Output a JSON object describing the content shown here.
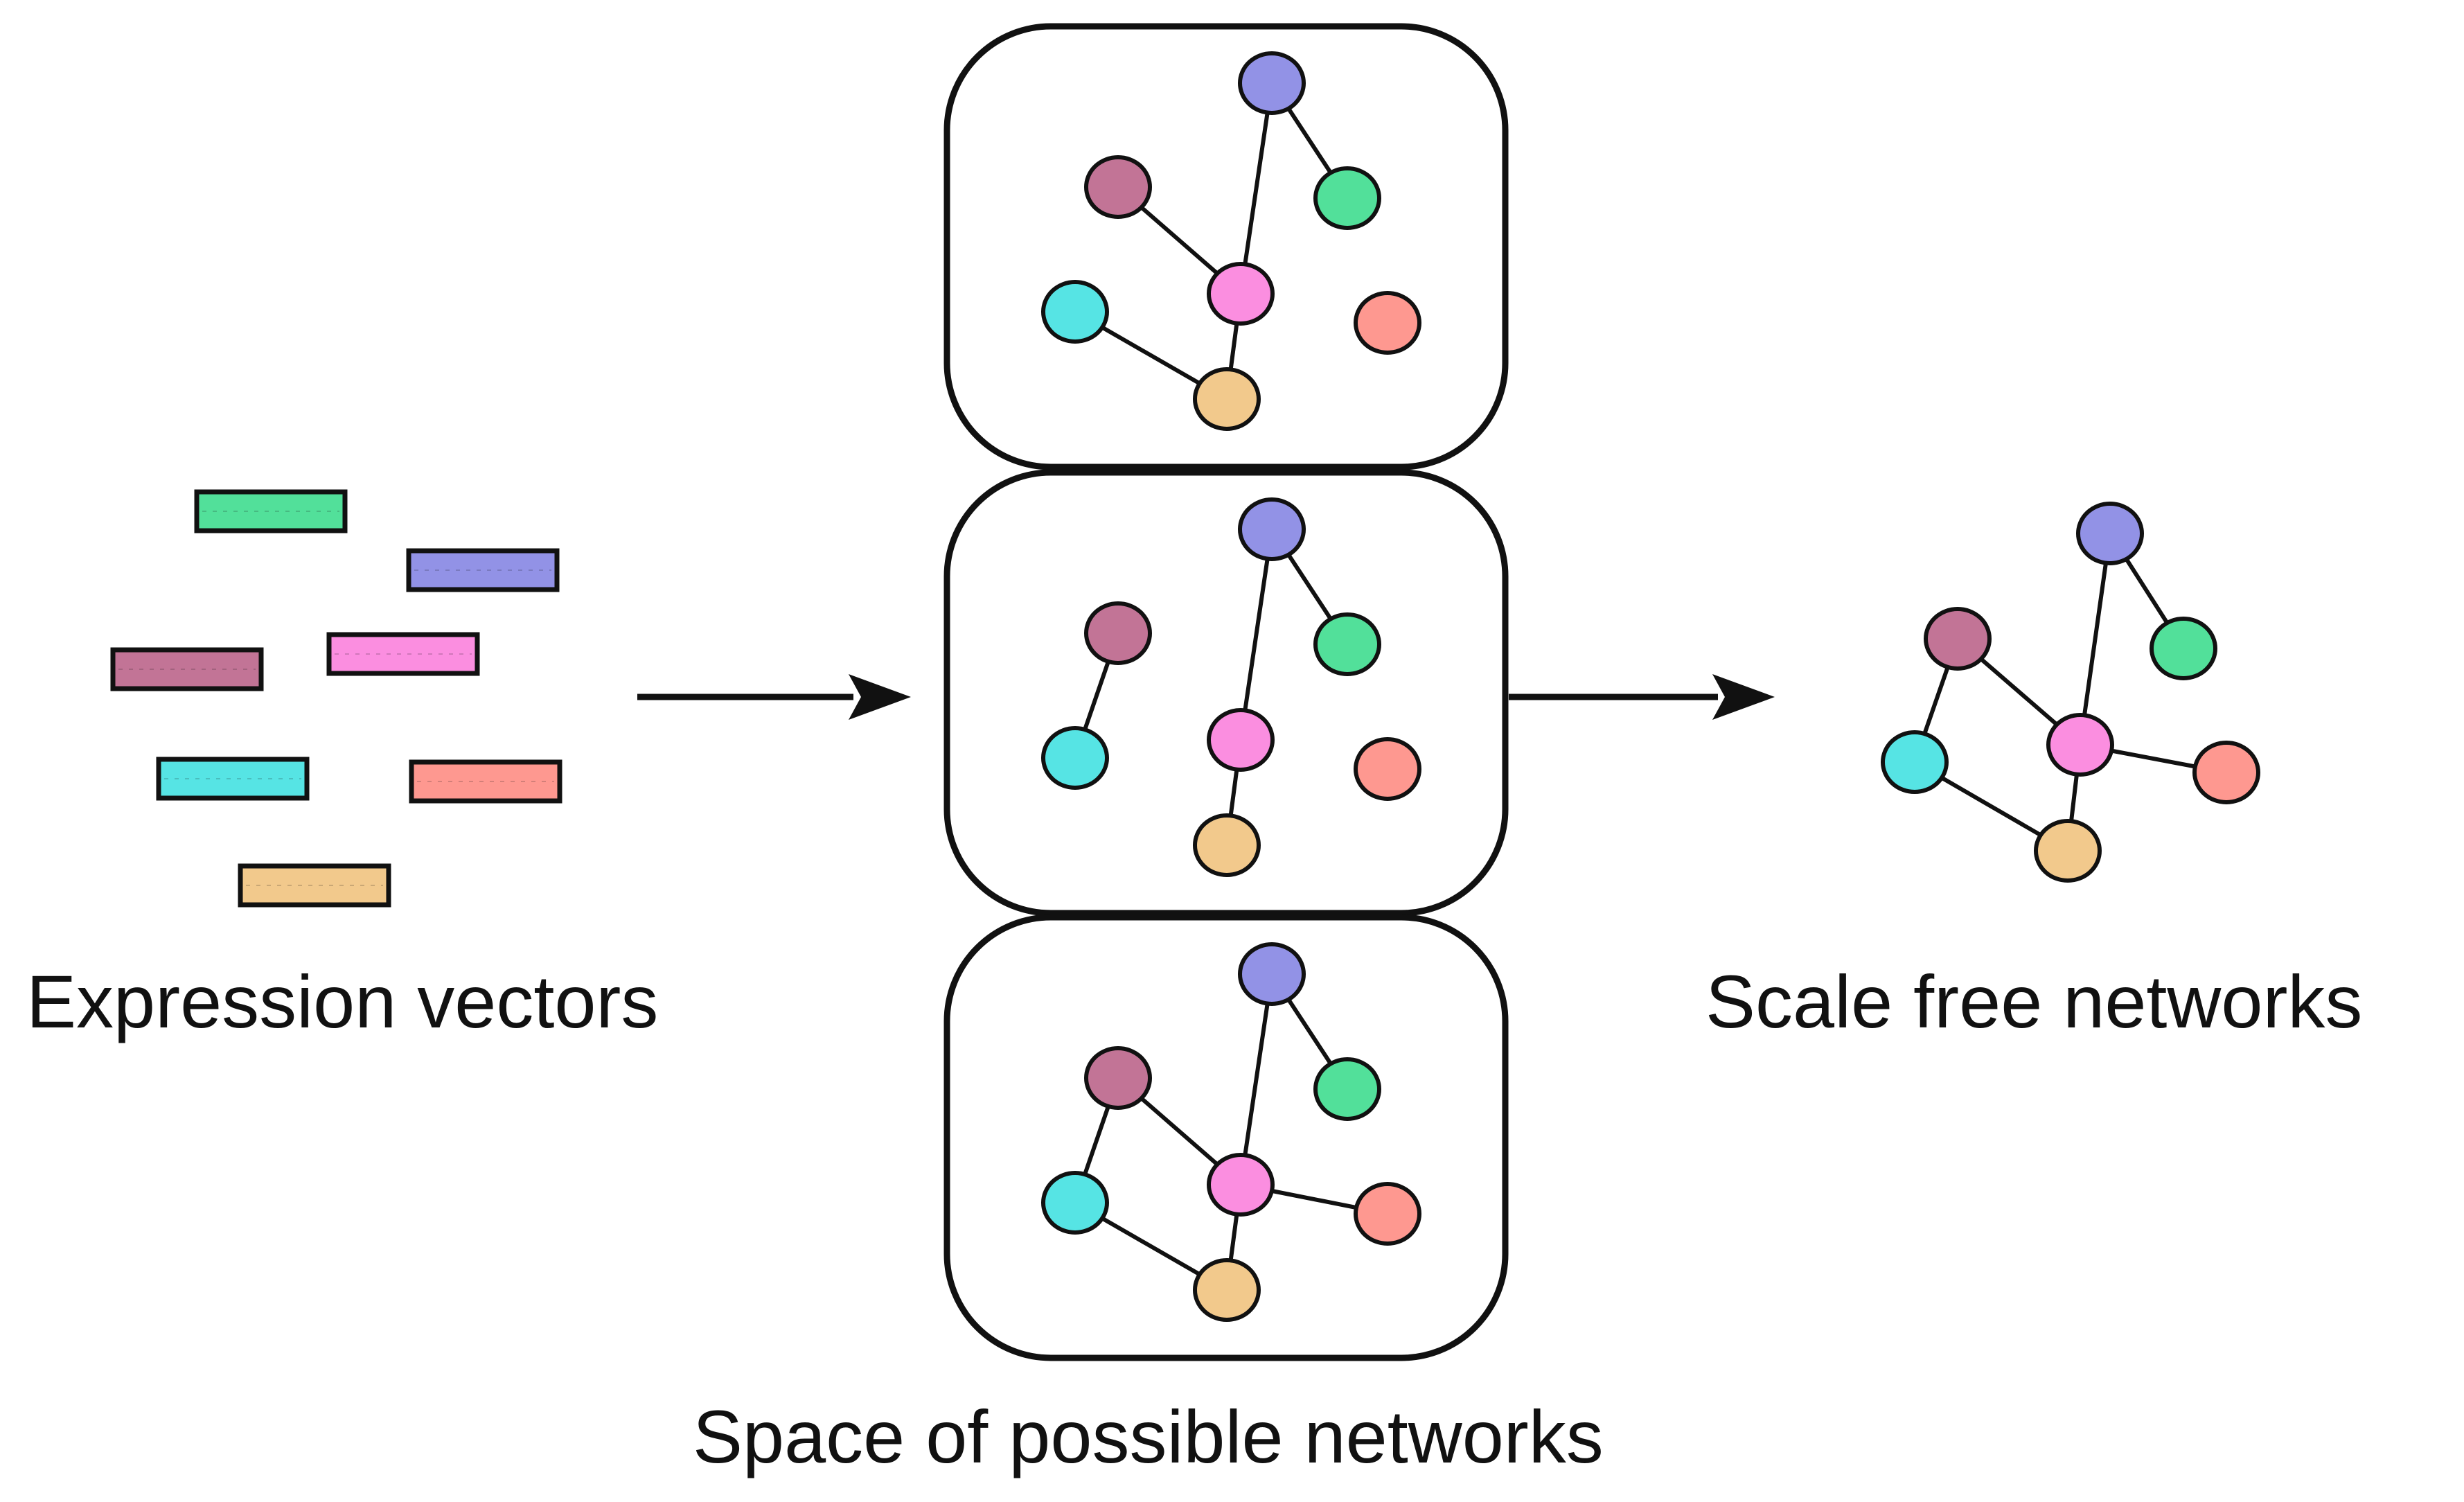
{
  "labels": {
    "left": "Expression vectors",
    "bottom": "Space of possible networks",
    "right": "Scale free networks"
  },
  "colors": {
    "stroke": "#111111",
    "green": "#52e09a",
    "purple": "#9292e6",
    "mauve": "#c27496",
    "pink": "#fb8ee0",
    "cyan": "#56e4e4",
    "salmon": "#fe9890",
    "tan": "#f2c98c"
  },
  "expression_vectors": [
    "green",
    "purple",
    "mauve",
    "pink",
    "cyan",
    "salmon",
    "tan"
  ],
  "network_nodes": [
    "purple",
    "green",
    "mauve",
    "pink",
    "cyan",
    "salmon",
    "tan"
  ],
  "candidate_networks": [
    {
      "edges": [
        [
          "purple",
          "green"
        ],
        [
          "purple",
          "pink"
        ],
        [
          "mauve",
          "pink"
        ],
        [
          "pink",
          "tan"
        ],
        [
          "cyan",
          "tan"
        ]
      ]
    },
    {
      "edges": [
        [
          "purple",
          "green"
        ],
        [
          "purple",
          "pink"
        ],
        [
          "mauve",
          "cyan"
        ],
        [
          "pink",
          "tan"
        ]
      ]
    },
    {
      "edges": [
        [
          "purple",
          "green"
        ],
        [
          "purple",
          "pink"
        ],
        [
          "mauve",
          "pink"
        ],
        [
          "mauve",
          "cyan"
        ],
        [
          "pink",
          "salmon"
        ],
        [
          "pink",
          "tan"
        ],
        [
          "cyan",
          "tan"
        ]
      ]
    }
  ],
  "result_network": {
    "edges": [
      [
        "purple",
        "green"
      ],
      [
        "purple",
        "pink"
      ],
      [
        "mauve",
        "pink"
      ],
      [
        "mauve",
        "cyan"
      ],
      [
        "pink",
        "salmon"
      ],
      [
        "pink",
        "tan"
      ],
      [
        "cyan",
        "tan"
      ]
    ]
  }
}
